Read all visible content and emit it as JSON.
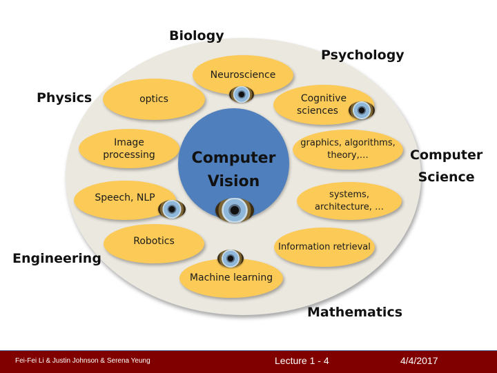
{
  "diagram": {
    "center": {
      "line1": "Computer",
      "line2": "Vision"
    },
    "fields": {
      "biology": "Biology",
      "psychology": "Psychology",
      "physics": "Physics",
      "computer_science_1": "Computer",
      "computer_science_2": "Science",
      "engineering": "Engineering",
      "mathematics": "Mathematics"
    },
    "bubbles": {
      "neuroscience": "Neuroscience",
      "cognitive_1": "Cognitive",
      "cognitive_2": "sciences",
      "optics": "optics",
      "image_processing_1": "Image",
      "image_processing_2": "processing",
      "graphics_1": "graphics, algorithms,",
      "graphics_2": "theory,…",
      "speech_nlp": "Speech, NLP",
      "systems_1": "systems,",
      "systems_2": "architecture, …",
      "robotics": "Robotics",
      "information_retrieval": "Information retrieval",
      "machine_learning": "Machine learning"
    },
    "colors": {
      "bubble": "#fbca57",
      "core": "#4f80bd",
      "outer": "#ebe8e0",
      "footer": "#800000"
    }
  },
  "footer": {
    "authors": "Fei-Fei Li & Justin Johnson & Serena Yeung",
    "lecture": "Lecture 1 -  4",
    "date": "4/4/2017"
  }
}
